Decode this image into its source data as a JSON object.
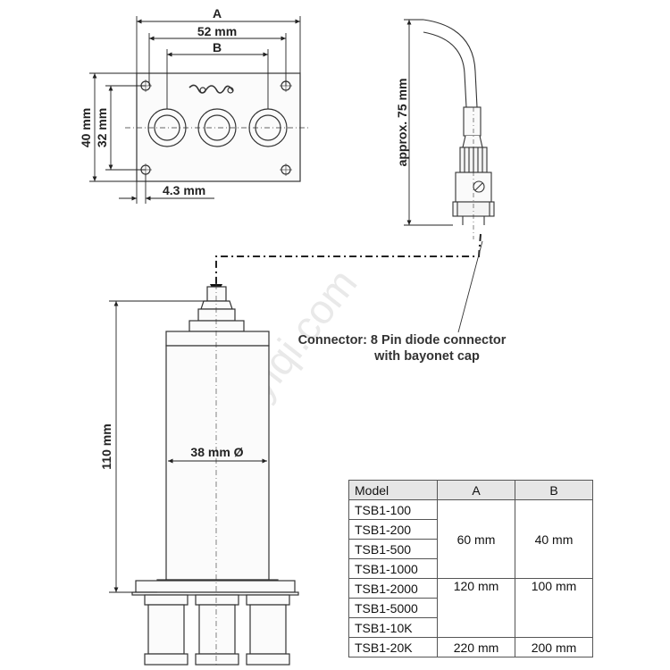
{
  "dimensions": {
    "top_width_label": "A",
    "hole_spacing_label": "52 mm",
    "pin_spacing_label": "B",
    "height_outer_label": "40 mm",
    "height_inner_label": "32 mm",
    "edge_offset_label": "4.3 mm",
    "cable_length_label": "approx. 75 mm",
    "body_height_label": "110 mm",
    "body_diameter_label": "38 mm Ø"
  },
  "connector_note": {
    "line1": "Connector: 8 Pin diode connector",
    "line2": "with bayonet cap"
  },
  "watermark": "uyiqi.com",
  "table": {
    "headers": [
      "Model",
      "A",
      "B"
    ],
    "groups": [
      {
        "models": [
          "TSB1-100",
          "TSB1-200",
          "TSB1-500",
          "TSB1-1000"
        ],
        "a": "60 mm",
        "b": "40 mm"
      },
      {
        "models": [
          "TSB1-2000",
          "TSB1-5000",
          "TSB1-10K"
        ],
        "a": "120 mm",
        "b": "100 mm"
      },
      {
        "models": [
          "TSB1-20K"
        ],
        "a": "220 mm",
        "b": "200 mm"
      }
    ]
  }
}
